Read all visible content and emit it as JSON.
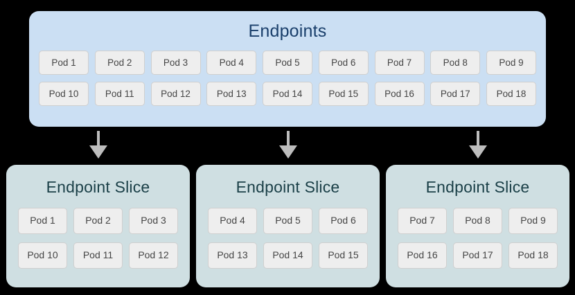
{
  "colors": {
    "canvas_background": "#000000",
    "endpoints_panel_fill": "#cbdff3",
    "endpoints_title_text": "#1a3f6b",
    "slice_panel_fill": "#cfdfe2",
    "slice_title_text": "#1a3f47",
    "pod_chip_fill": "#eeeeee",
    "pod_chip_border": "#cfcfcf",
    "pod_chip_text": "#444444",
    "arrow_fill": "#bdbdbd"
  },
  "endpoints": {
    "title": "Endpoints",
    "rows": [
      [
        "Pod 1",
        "Pod 2",
        "Pod 3",
        "Pod 4",
        "Pod 5",
        "Pod 6",
        "Pod 7",
        "Pod 8",
        "Pod 9"
      ],
      [
        "Pod 10",
        "Pod 11",
        "Pod 12",
        "Pod 13",
        "Pod 14",
        "Pod 15",
        "Pod 16",
        "Pod 17",
        "Pod 18"
      ]
    ]
  },
  "arrows": [
    {
      "name": "arrow-to-slice-1",
      "glyph": "down-arrow-icon"
    },
    {
      "name": "arrow-to-slice-2",
      "glyph": "down-arrow-icon"
    },
    {
      "name": "arrow-to-slice-3",
      "glyph": "down-arrow-icon"
    }
  ],
  "slices": [
    {
      "title": "Endpoint Slice",
      "rows": [
        [
          "Pod 1",
          "Pod 2",
          "Pod 3"
        ],
        [
          "Pod 10",
          "Pod 11",
          "Pod 12"
        ]
      ]
    },
    {
      "title": "Endpoint Slice",
      "rows": [
        [
          "Pod 4",
          "Pod 5",
          "Pod 6"
        ],
        [
          "Pod 13",
          "Pod 14",
          "Pod 15"
        ]
      ]
    },
    {
      "title": "Endpoint Slice",
      "rows": [
        [
          "Pod 7",
          "Pod 8",
          "Pod 9"
        ],
        [
          "Pod 16",
          "Pod 17",
          "Pod 18"
        ]
      ]
    }
  ]
}
